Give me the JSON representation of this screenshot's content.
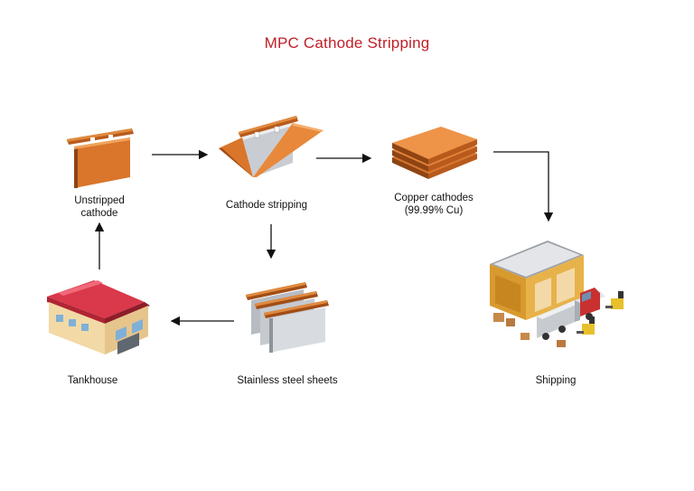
{
  "title": "MPC Cathode Stripping",
  "nodes": {
    "unstripped": {
      "line1": "Unstripped",
      "line2": "cathode",
      "icon": "copper-plate-icon"
    },
    "stripping": {
      "line1": "Cathode stripping",
      "icon": "stripping-plate-icon"
    },
    "copper": {
      "line1": "Copper cathodes",
      "line2": "(99.99% Cu)",
      "icon": "copper-stack-icon"
    },
    "shipping": {
      "line1": "Shipping",
      "icon": "warehouse-trucks-icon"
    },
    "steel": {
      "line1": "Stainless steel sheets",
      "icon": "steel-sheets-icon"
    },
    "tankhouse": {
      "line1": "Tankhouse",
      "icon": "tankhouse-building-icon"
    }
  },
  "colors": {
    "title": "#c0202a",
    "copper": "#d9762b",
    "copper_dark": "#a24d16",
    "steel": "#c9cdd3"
  }
}
